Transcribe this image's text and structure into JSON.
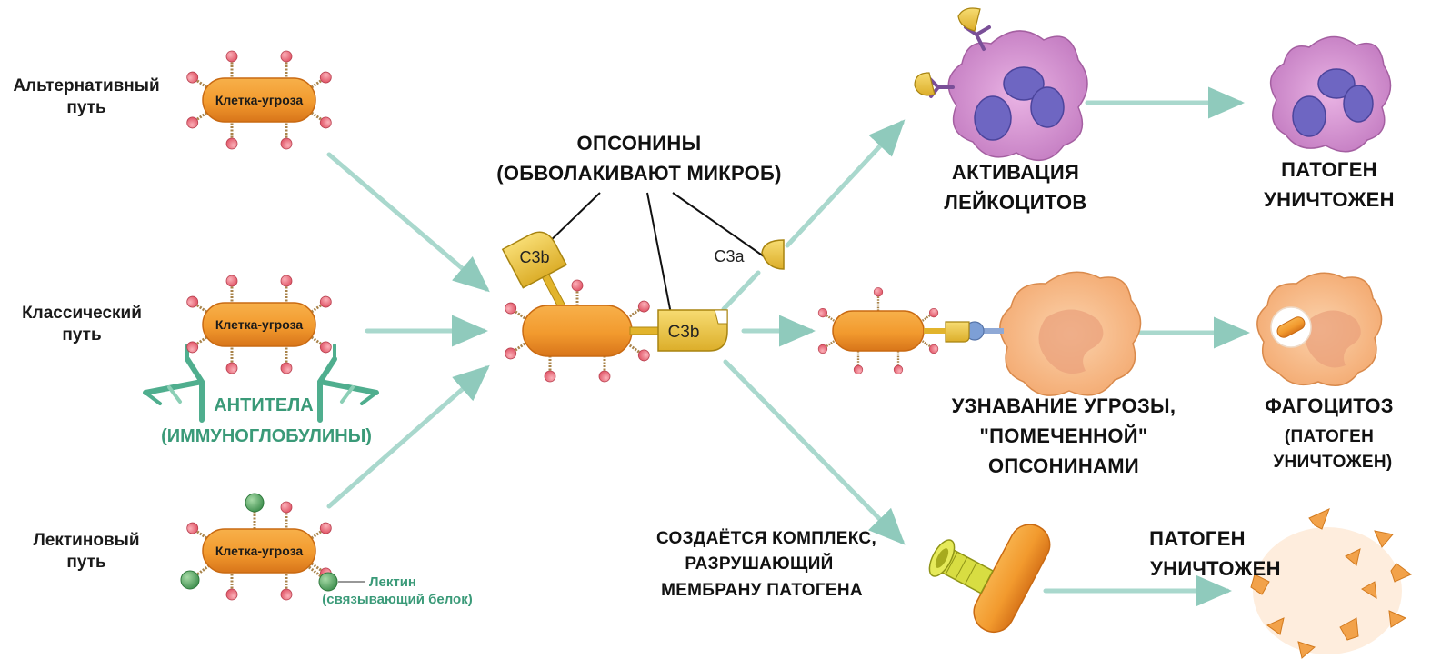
{
  "colors": {
    "cell": "#f29a2e",
    "cell_dark": "#c96a12",
    "receptor_head": "#e86a7a",
    "receptor_stalk": "#a8834a",
    "complement": "#f2c53d",
    "complement_dark": "#c99b17",
    "arrow": "#a9d8cd",
    "antibody": "#4fae8e",
    "lectin": "#4a9a5a",
    "leukocyte": "#c97fc4",
    "nucleus": "#6e66c2",
    "macrophage": "#f7b784",
    "antibody_text": "#3a9a78"
  },
  "pathways": {
    "alternative": {
      "line1": "Альтернативный",
      "line2": "путь",
      "cell_label": "Клетка-угроза"
    },
    "classical": {
      "line1": "Классический",
      "line2": "путь",
      "cell_label": "Клетка-угроза"
    },
    "lectin": {
      "line1": "Лектиновый",
      "line2": "путь",
      "cell_label": "Клетка-угроза"
    }
  },
  "antibodies": {
    "line1": "АНТИТЕЛА",
    "line2": "(ИММУНОГЛОБУЛИНЫ)"
  },
  "lectin_note": {
    "line1": "Лектин",
    "line2": "(связывающий белок)"
  },
  "opsonins": {
    "line1": "ОПСОНИНЫ",
    "line2": "(ОБВОЛАКИВАЮТ МИКРОБ)"
  },
  "fragments": {
    "c3b_top": "C3b",
    "c3b_side": "C3b",
    "c3a": "C3a"
  },
  "outcomes": {
    "leukocyte_activation": {
      "line1": "АКТИВАЦИЯ",
      "line2": "ЛЕЙКОЦИТОВ"
    },
    "pathogen_destroyed_1": {
      "line1": "ПАТОГЕН",
      "line2": "УНИЧТОЖЕН"
    },
    "recognition": {
      "line1": "УЗНАВАНИЕ УГРОЗЫ,",
      "line2": "\"ПОМЕЧЕННОЙ\"",
      "line3": "ОПСОНИНАМИ"
    },
    "phagocytosis": {
      "line1": "ФАГОЦИТОЗ",
      "line2": "(ПАТОГЕН",
      "line3": "УНИЧТОЖЕН)"
    },
    "mac_complex": {
      "line1": "СОЗДАЁТСЯ КОМПЛЕКС,",
      "line2": "РАЗРУШАЮЩИЙ",
      "line3": "МЕМБРАНУ ПАТОГЕНА"
    },
    "pathogen_destroyed_2": {
      "line1": "ПАТОГЕН",
      "line2": "УНИЧТОЖЕН"
    }
  }
}
